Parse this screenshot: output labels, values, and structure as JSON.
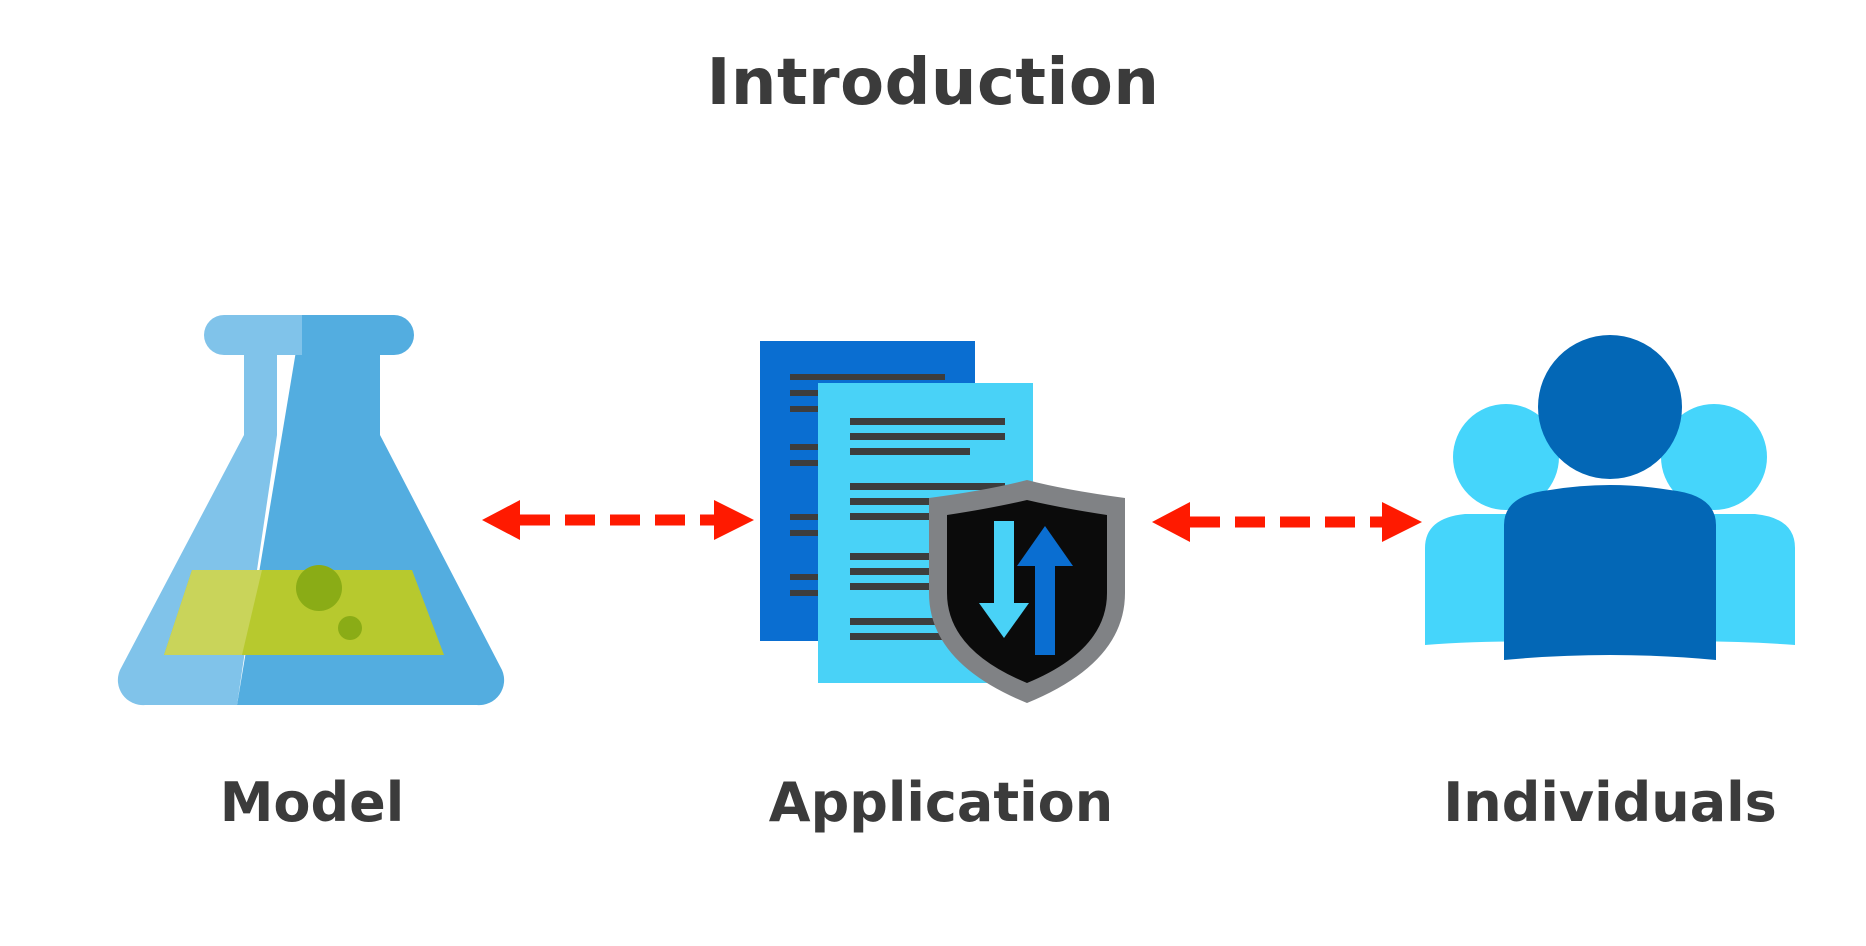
{
  "title": "Introduction",
  "nodes": [
    {
      "label": "Model",
      "icon": "flask-icon"
    },
    {
      "label": "Application",
      "icon": "documents-shield-icon"
    },
    {
      "label": "Individuals",
      "icon": "people-group-icon"
    }
  ],
  "connectors": [
    {
      "from": "Model",
      "to": "Application",
      "style": "dashed-bidirectional",
      "color": "#ff1a00"
    },
    {
      "from": "Application",
      "to": "Individuals",
      "style": "dashed-bidirectional",
      "color": "#ff1a00"
    }
  ],
  "colors": {
    "title_text": "#3b3b3b",
    "flask_light": "#80c3ea",
    "flask_main": "#53ade0",
    "liquid": "#b7c92e",
    "doc_dark": "#0a6ed1",
    "doc_light": "#49d2f7",
    "shield_outer": "#808285",
    "people_dark": "#0367b6",
    "people_light": "#45d5fb"
  }
}
